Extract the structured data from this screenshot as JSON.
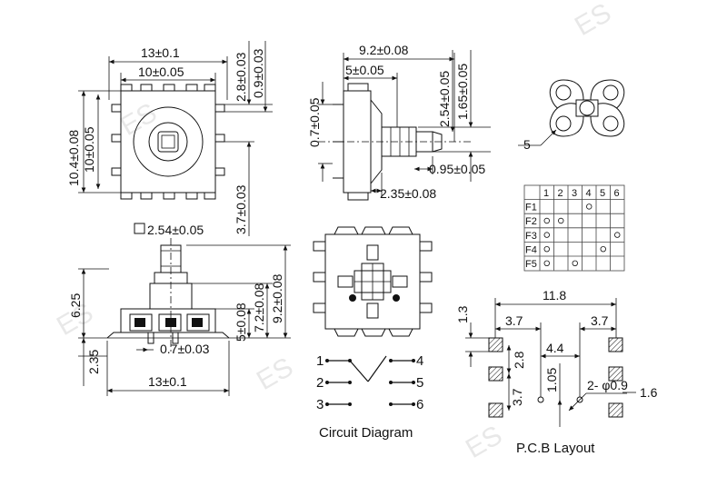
{
  "watermark": {
    "text": "ES"
  },
  "top_view": {
    "width_outer": "13±0.1",
    "width_inner": "10±0.05",
    "height_outer": "10.4±0.08",
    "height_inner": "10±0.05",
    "right_top_1": "2.8±0.03",
    "right_top_2": "0.9±0.03",
    "right_bottom": "3.7±0.03"
  },
  "side_view": {
    "length": "9.2±0.08",
    "section": "5±0.05",
    "stem_1": "2.54±0.05",
    "stem_2": "1.65±0.05",
    "left_dim": "0.7±0.05",
    "lower_1": "0.95±0.05",
    "lower_2": "2.35±0.08"
  },
  "front_view": {
    "square": "2.54±0.05",
    "left_upper": "6.25",
    "left_lower": "2.35",
    "pin": "0.7±0.03",
    "width": "13±0.1",
    "h1": "5±0.08",
    "h2": "7.2±0.08",
    "h3": "9.2±0.08"
  },
  "land_pattern": {
    "dim": "5"
  },
  "truth_table": {
    "columns": [
      "1",
      "2",
      "3",
      "4",
      "5",
      "6"
    ],
    "rows": [
      {
        "label": "F1",
        "marks": [
          4
        ]
      },
      {
        "label": "F2",
        "marks": [
          1,
          2
        ]
      },
      {
        "label": "F3",
        "marks": [
          1,
          6
        ]
      },
      {
        "label": "F4",
        "marks": [
          1,
          5
        ]
      },
      {
        "label": "F5",
        "marks": [
          1,
          3
        ]
      }
    ]
  },
  "circuit": {
    "left_pins": [
      "1",
      "2",
      "3"
    ],
    "right_pins": [
      "4",
      "5",
      "6"
    ],
    "title": "Circuit Diagram"
  },
  "pcb": {
    "title": "P.C.B Layout",
    "width": "11.8",
    "left_edge": "3.7",
    "right_edge": "3.7",
    "height": "1.3",
    "center": "4.4",
    "pitch": "2.8",
    "lower": "3.7",
    "offset": "1.05",
    "hole": "2- φ0.9",
    "hole_side": "1.6"
  }
}
